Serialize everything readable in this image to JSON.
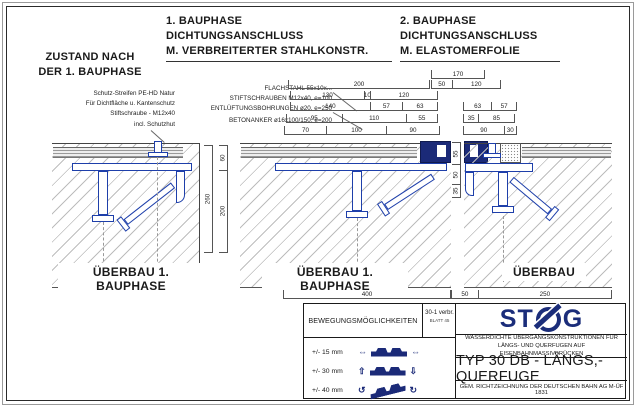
{
  "headers": {
    "left_line1": "ZUSTAND NACH",
    "left_line2": "DER 1. BAUPHASE",
    "mid": [
      "1. BAUPHASE",
      "DICHTUNGSANSCHLUSS",
      "M. VERBREITERTER STAHLKONSTR."
    ],
    "right": [
      "2. BAUPHASE",
      "DICHTUNGSANSCHLUSS",
      "M. ELASTOMERFOLIE"
    ]
  },
  "detail_labels": {
    "line1": "Schutz-Streifen PE-HD Natur",
    "line2": "Für Dichtfläche u. Kantenschutz",
    "line3": "Stiftschraube - M12x40",
    "line4": "incl. Schutzhut"
  },
  "callouts": {
    "line1": "FLACHSTAHL 55x10x...",
    "line2": "STIFTSCHRAUBEN M12x40, e=100",
    "line3": "ENTLÜFTUNGSBOHRUNGEN ø20, e=250",
    "line4": "BETONANKER ø16x100/150, e=200"
  },
  "section_labels": {
    "left": "ÜBERBAU 1. BAUPHASE",
    "mid": "ÜBERBAU 1. BAUPHASE",
    "right": "ÜBERBAU"
  },
  "dimensions": {
    "d200": [
      "200"
    ],
    "d170": [
      "170"
    ],
    "d50_120": [
      "50",
      "120"
    ],
    "d130": [
      "130",
      "10",
      "120"
    ],
    "d140": [
      "140",
      "57",
      "63"
    ],
    "d63": [
      "63",
      "57"
    ],
    "d95": [
      "95",
      "110",
      "55"
    ],
    "d35": [
      "35",
      "85"
    ],
    "d70": [
      "70",
      "100",
      "90"
    ],
    "d90": [
      "90",
      "30"
    ],
    "v260": [
      "260"
    ],
    "v60_200": [
      "60",
      "200"
    ],
    "vjoint": [
      "55",
      "50",
      "35"
    ],
    "b400": [
      "400"
    ],
    "b50_250": [
      "50",
      "250"
    ]
  },
  "titleblock": {
    "movements_title": "BEWEGUNGSMÖGLICHKEITEN",
    "sheet_code": "30-1 verbr.",
    "sheet_sub": "BLATT 45",
    "movements": [
      {
        "label": "+/- 15 mm",
        "arrow_left": "⇔",
        "arrow_right": "⇔"
      },
      {
        "label": "+/- 30 mm",
        "arrow_left": "⇧",
        "arrow_right": "⇩"
      },
      {
        "label": "+/- 40 mm",
        "arrow_left": "↺",
        "arrow_right": "↻"
      }
    ],
    "logo_left": "ST",
    "logo_right": "G",
    "subtitle1": "WASSERDICHTE ÜBERGANGSKONSTRUKTIONEN FÜR",
    "subtitle2": "LÄNGS- UND QUERFUGEN AUF EISENBAHNMASSIVBRÜCKEN",
    "type_title": "TYP 30 DB - LÄNGS,-QUERFUGE",
    "footer": "GEM. RICHTZEICHNUNG DER DEUTSCHEN BAHN AG   M-ÜF 1831"
  },
  "colors": {
    "steel_blue": "#1e3faa",
    "elastomer_navy": "#1b2a78",
    "logo_navy": "#1b2d7a",
    "line": "#1a1a1a"
  }
}
